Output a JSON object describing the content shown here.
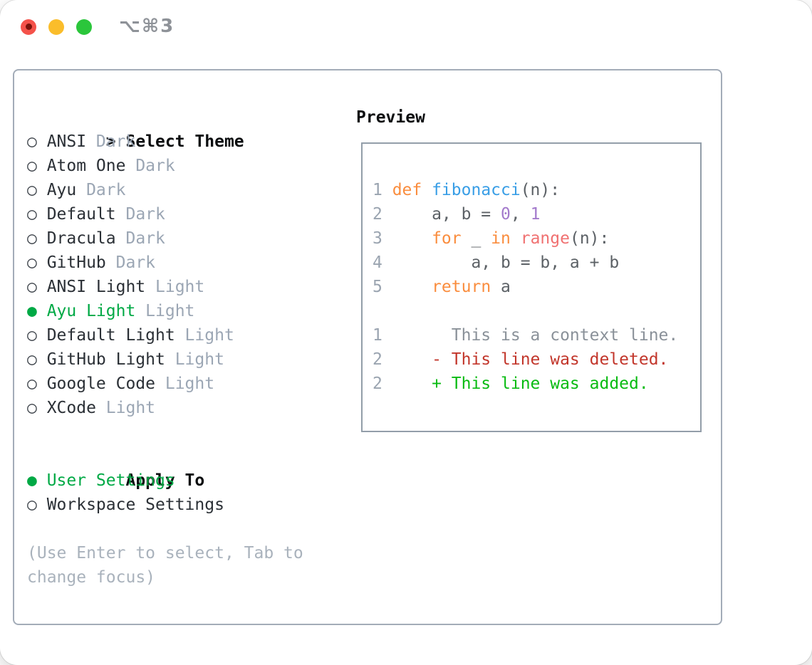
{
  "window": {
    "title": "⌥⌘3"
  },
  "icons": {
    "prompt_caret": ">",
    "radio_selected": "●",
    "radio_unselected": "○"
  },
  "theme_list": {
    "header": "Select Theme",
    "items": [
      {
        "name": "ANSI",
        "variant": "Dark",
        "selected": false
      },
      {
        "name": "Atom One",
        "variant": "Dark",
        "selected": false
      },
      {
        "name": "Ayu",
        "variant": "Dark",
        "selected": false
      },
      {
        "name": "Default",
        "variant": "Dark",
        "selected": false
      },
      {
        "name": "Dracula",
        "variant": "Dark",
        "selected": false
      },
      {
        "name": "GitHub",
        "variant": "Dark",
        "selected": false
      },
      {
        "name": "ANSI Light",
        "variant": "Light",
        "selected": false
      },
      {
        "name": "Ayu Light",
        "variant": "Light",
        "selected": true
      },
      {
        "name": "Default Light",
        "variant": "Light",
        "selected": false
      },
      {
        "name": "GitHub Light",
        "variant": "Light",
        "selected": false
      },
      {
        "name": "Google Code",
        "variant": "Light",
        "selected": false
      },
      {
        "name": "XCode",
        "variant": "Light",
        "selected": false
      }
    ]
  },
  "apply_to": {
    "header": "Apply To",
    "options": [
      {
        "name": "User Settings",
        "selected": true
      },
      {
        "name": "Workspace Settings",
        "selected": false
      }
    ]
  },
  "hint_lines": [
    "(Use Enter to select, Tab to",
    "change focus)"
  ],
  "preview": {
    "header": "Preview",
    "code_lines": [
      {
        "num": "1",
        "segments": [
          {
            "t": "def ",
            "c": "keyword"
          },
          {
            "t": "fibonacci",
            "c": "function"
          },
          {
            "t": "(n):",
            "c": "plain"
          }
        ]
      },
      {
        "num": "2",
        "segments": [
          {
            "t": "    a, b = ",
            "c": "plain"
          },
          {
            "t": "0",
            "c": "number"
          },
          {
            "t": ", ",
            "c": "plain"
          },
          {
            "t": "1",
            "c": "number"
          }
        ]
      },
      {
        "num": "3",
        "segments": [
          {
            "t": "    ",
            "c": "plain"
          },
          {
            "t": "for",
            "c": "keyword"
          },
          {
            "t": " _ ",
            "c": "plain"
          },
          {
            "t": "in",
            "c": "keyword"
          },
          {
            "t": " ",
            "c": "plain"
          },
          {
            "t": "range",
            "c": "builtin"
          },
          {
            "t": "(n):",
            "c": "plain"
          }
        ]
      },
      {
        "num": "4",
        "segments": [
          {
            "t": "        a, b = b, a + b",
            "c": "plain"
          }
        ]
      },
      {
        "num": "5",
        "segments": [
          {
            "t": "    ",
            "c": "plain"
          },
          {
            "t": "return",
            "c": "keyword"
          },
          {
            "t": " a",
            "c": "plain"
          }
        ]
      },
      {
        "num": "",
        "segments": []
      },
      {
        "num": "1",
        "segments": [
          {
            "t": "      This is a context line.",
            "c": "context"
          }
        ]
      },
      {
        "num": "2",
        "segments": [
          {
            "t": "    - This line was deleted.",
            "c": "deleted"
          }
        ]
      },
      {
        "num": "2",
        "segments": [
          {
            "t": "    + This line was added.",
            "c": "added"
          }
        ]
      }
    ]
  },
  "colors": {
    "accent_selected": "#00a945",
    "keyword": "#fa8d3e",
    "function": "#399ee6",
    "number": "#a37acc",
    "builtin": "#f07171",
    "code_text": "#5c6166",
    "line_number": "#9aa4b0",
    "context_line": "#8a9199",
    "deleted": "#c2362b",
    "added": "#09bb12",
    "muted": "#a9b2bc",
    "suffix": "#9ba6b4",
    "text": "#2b3036",
    "heading": "#0b0d0f",
    "traffic_red": "#f4524a",
    "traffic_yellow": "#fabd2b",
    "traffic_green": "#2bc63b"
  }
}
